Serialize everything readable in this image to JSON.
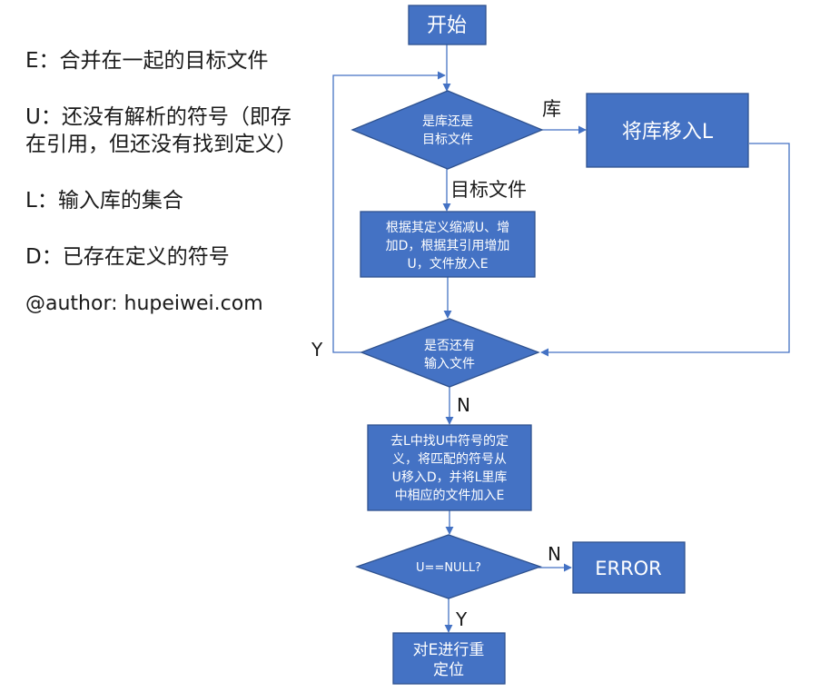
{
  "legend": {
    "e": "E：合并在一起的目标文件",
    "u_line1": "U：还没有解析的符号（即存",
    "u_line2": "在引用，但还没有找到定义）",
    "l": "L：输入库的集合",
    "d": "D：已存在定义的符号",
    "author": "@author: hupeiwei.com"
  },
  "nodes": {
    "start": "开始",
    "decision_lib_line1": "是库还是",
    "decision_lib_line2": "目标文件",
    "move_lib": "将库移入L",
    "process_obj_line1": "根据其定义缩减U、增",
    "process_obj_line2": "加D，根据其引用增加",
    "process_obj_line3": "U，文件放入E",
    "decision_more_line1": "是否还有",
    "decision_more_line2": "输入文件",
    "process_lib_line1": "去L中找U中符号的定",
    "process_lib_line2": "义，将匹配的符号从",
    "process_lib_line3": "U移入D，并将L里库",
    "process_lib_line4": "中相应的文件加入E",
    "decision_null": "U==NULL?",
    "error": "ERROR",
    "relocate_line1": "对E进行重",
    "relocate_line2": "定位"
  },
  "edge_labels": {
    "lib": "库",
    "obj": "目标文件",
    "yes_loop": "Y",
    "no_more": "N",
    "no_null": "N",
    "yes_null": "Y"
  },
  "colors": {
    "fill": "#4472c4",
    "stroke": "#2f528f",
    "line": "#4472c4",
    "text_on_fill": "#ffffff"
  }
}
